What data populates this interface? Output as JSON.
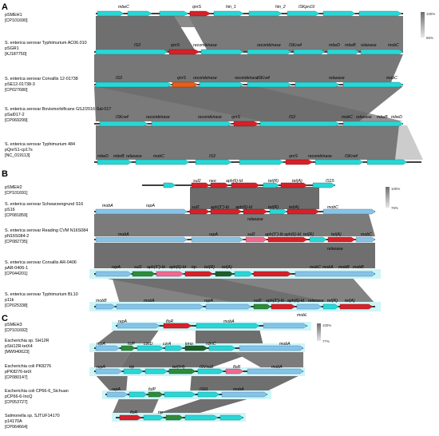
{
  "colors": {
    "backbone": "#000000",
    "gene": "#2ad6d6",
    "gene_light": "#86c3e6",
    "resistance": "#d6212a",
    "resistance_pink": "#f06a8f",
    "resistance_orange": "#e4601c",
    "gene_green": "#2e8b3a",
    "gene_darkgreen": "#1d5e2a",
    "highlight": "#cdf5f7",
    "identity_high": "#6f6f6f",
    "identity_low": "#d9d9d9"
  },
  "panels": [
    {
      "letter": "A",
      "scale": {
        "top": "100%",
        "bottom": "96%"
      },
      "records": [
        {
          "lines": [
            "pSMEH1",
            "[CP101690]"
          ]
        },
        {
          "lines": [
            "S. enterica serovar Typhimurium AC06.010",
            "pSGR1",
            "[KJ187750]"
          ]
        },
        {
          "lines": [
            "S. enterica serovar Corvallis 12-01738",
            "pSE12-01738-3",
            "[CP027680]"
          ]
        },
        {
          "lines": [
            "S. enterica serovar Bovismorbificans GSJ/2016-Sal-017",
            "pSal017-2",
            "[CP069299]"
          ]
        },
        {
          "lines": [
            "S. enterica serovar Typhimurium 484",
            "pQnrS1-cp17s",
            "[NC_019113]"
          ]
        }
      ],
      "labels": [
        [
          "mbeC",
          "qnrS",
          "hin_1",
          "hin_2",
          "ISKpn19"
        ],
        [
          "IS3",
          "qnrS",
          "recombinase",
          "recombinase",
          "ISKra4",
          "mbeD",
          "mbeB",
          "relaxase",
          "mobC"
        ],
        [
          "IS3",
          "qnrS",
          "recombinase",
          "recombinase",
          "ISKra4",
          "relaxase",
          "mobC"
        ],
        [
          "ISKra4",
          "recombinase",
          "recombinase",
          "qnrS",
          "IS3",
          "mobC",
          "relaxase",
          "mbeB",
          "mbeD"
        ],
        [
          "mbeD",
          "mbeB",
          "relaxase",
          "mobC",
          "IS3",
          "qnrS",
          "recombinase",
          "ISKra4"
        ]
      ]
    },
    {
      "letter": "B",
      "scale": {
        "top": "100%",
        "bottom": "76%"
      },
      "records": [
        {
          "lines": [
            "pSMEH2",
            "[CP101691]"
          ]
        },
        {
          "lines": [
            "S. enterica serovar Schwarzengrund S16",
            "pS16",
            "[CP081859]"
          ]
        },
        {
          "lines": [
            "S. enterica serovar Reading CVM N16S084",
            "pN16S084-2",
            "[CP082735]"
          ]
        },
        {
          "lines": [
            "S. enterica serovar Corvallis AR-0406",
            "pAR-0406-1",
            "[CP044201]"
          ]
        },
        {
          "lines": [
            "S. enterica serovar Typhimurium BL10",
            "p11k",
            "[CP025338]"
          ]
        }
      ],
      "labels": [
        [
          "sul2",
          "neo",
          "aph(6)-Id",
          "tet(R)",
          "tet(A)",
          "IS15"
        ],
        [
          "mobA",
          "repA",
          "sul2",
          "aph(3'')-Ib",
          "aph(6)-Id",
          "tet(R)",
          "tet(A)",
          "mobC",
          "relaxase"
        ],
        [
          "mobA",
          "repA",
          "sul2",
          "aph(3'')-Ib",
          "aph(6)-Id",
          "tet(R)",
          "tet(A)",
          "mobC",
          "relaxase"
        ],
        [
          "repA",
          "sul2",
          "aph(3'')-Ib",
          "aph(6)-Id",
          "trp",
          "tet(R)",
          "tet(A)",
          "mobC",
          "mobA",
          "mobB",
          "mobB"
        ],
        [
          "mobB",
          "mobA",
          "repA",
          "sul2",
          "aph(3'')-Ib",
          "aph(6)-Id",
          "relaxase",
          "tet(R)",
          "tet(A)",
          "mobL"
        ]
      ]
    },
    {
      "letter": "C",
      "scale": {
        "top": "100%",
        "bottom": "77%"
      },
      "records": [
        {
          "lines": [
            "pSMEH3",
            "[CP101692]"
          ]
        },
        {
          "lines": [
            "Escherichia sp. SH12R",
            "pSH12R-tetX4",
            "[MW940623]"
          ]
        },
        {
          "lines": [
            "Escherichia coli PK8276",
            "pPK8276-tetX",
            "[CP080147]"
          ]
        },
        {
          "lines": [
            "Escherichia coli CP66-6_Sichuan",
            "pCP66-6-IncQ",
            "[CP053727]"
          ]
        },
        {
          "lines": [
            "Salmonella sp. SJTUF14170",
            "p14170A",
            "[CP064664]"
          ]
        }
      ],
      "labels": [
        [
          "repA",
          "floR",
          "mobA"
        ],
        [
          "repA",
          "folP",
          "czcD",
          "czrA",
          "kmo",
          "rdmC",
          "mobA"
        ],
        [
          "repA",
          "trp",
          "tet(X4)",
          "ISVsa3",
          "floR",
          "mobA"
        ],
        [
          "repA",
          "folP",
          "IS91",
          "mobA"
        ],
        [
          "floR",
          "trp"
        ]
      ]
    }
  ]
}
